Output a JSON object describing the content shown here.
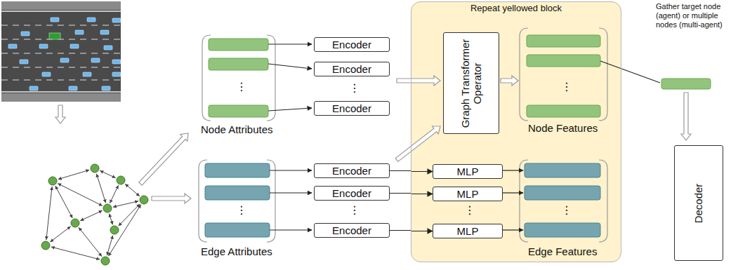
{
  "diagram": {
    "nodes": [
      {
        "text": [
          "Encoder"
        ]
      },
      {
        "text": [
          "Encoder"
        ]
      },
      {
        "text": [
          "Encoder"
        ]
      },
      {
        "text": [
          "Repeat yellowed block"
        ]
      },
      {
        "text": [
          "Graph Transformer Operator"
        ],
        "in": 3
      },
      {
        "text": [
          "Encoder"
        ]
      },
      {
        "text": [
          "Encoder"
        ]
      },
      {
        "text": [
          "Encoder"
        ]
      },
      {
        "text": [
          "MLP"
        ],
        "in": 3
      },
      {
        "text": [
          "MLP"
        ],
        "in": 3
      },
      {
        "text": [
          "MLP"
        ],
        "in": 3
      },
      {
        "text": [
          "Decoder"
        ]
      }
    ],
    "edges": [
      {
        "from": 5,
        "to": 8,
        "arrow": "to"
      },
      {
        "from": 6,
        "to": 9,
        "arrow": "to"
      },
      {
        "from": 7,
        "to": 10,
        "arrow": "to"
      }
    ],
    "labels": [
      "Node Attributes",
      "Edge Attributes",
      "Node Features",
      "Edge Features",
      "Gather target node (agent) or multiple nodes (multi-agent)",
      "⋮",
      "⋮",
      "⋮",
      "⋮",
      "⋮",
      "⋮",
      "⋮"
    ]
  }
}
